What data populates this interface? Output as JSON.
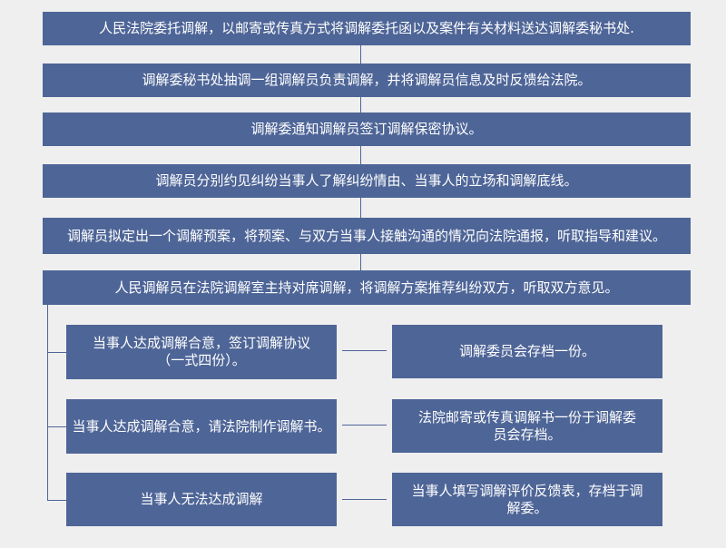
{
  "steps": [
    "人民法院委托调解，以邮寄或传真方式将调解委托函以及案件有关材料送达调解委秘书处.",
    "调解委秘书处抽调一组调解员负责调解，并将调解员信息及时反馈给法院。",
    "调解委通知调解员签订调解保密协议。",
    "调解员分别约见纠纷当事人了解纠纷情由、当事人的立场和调解底线。",
    "调解员拟定出一个调解预案，将预案、与双方当事人接触沟通的情况向法院通报，听取指导和建议。",
    "人民调解员在法院调解室主持对席调解，将调解方案推荐纠纷双方，听取双方意见。"
  ],
  "outcomes": [
    {
      "result": [
        "当事人达成调解合意，签订调解协议",
        "（一式四份）。"
      ],
      "follow_up": [
        "调解委员会存档一份。"
      ]
    },
    {
      "result": [
        "当事人达成调解合意，请法院制作调解书。"
      ],
      "follow_up": [
        "法院邮寄或传真调解书一份于调解委",
        "员会存档。"
      ]
    },
    {
      "result": [
        "当事人无法达成调解"
      ],
      "follow_up": [
        "当事人填写调解评价反馈表，存档于调",
        "解委。"
      ]
    }
  ],
  "colors": {
    "background": "#efefef",
    "box": "#4e6597",
    "text": "#ffffff",
    "connector": "#4e6597"
  }
}
